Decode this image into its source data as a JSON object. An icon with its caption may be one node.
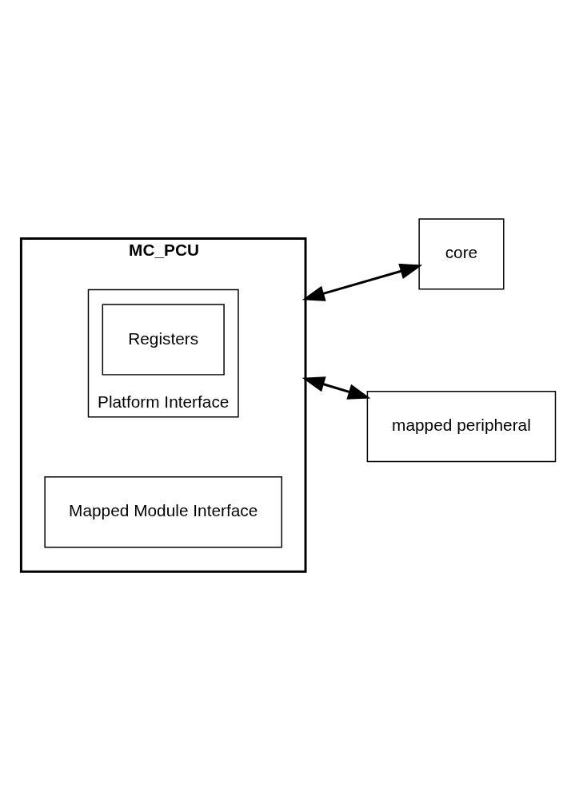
{
  "diagram": {
    "nodes": [
      {
        "text": [
          "MC_PCU"
        ]
      },
      {
        "text": [
          "Platform Interface"
        ],
        "in": 0
      },
      {
        "text": [
          "Registers"
        ],
        "in": 1
      },
      {
        "text": [
          "Mapped Module Interface"
        ],
        "in": 0
      },
      {
        "text": [
          "core"
        ]
      },
      {
        "text": [
          "mapped peripheral"
        ]
      }
    ],
    "edges": [
      {
        "from": 0,
        "to": 4,
        "arrow": "both"
      },
      {
        "from": 0,
        "to": 5,
        "arrow": "both"
      }
    ]
  }
}
